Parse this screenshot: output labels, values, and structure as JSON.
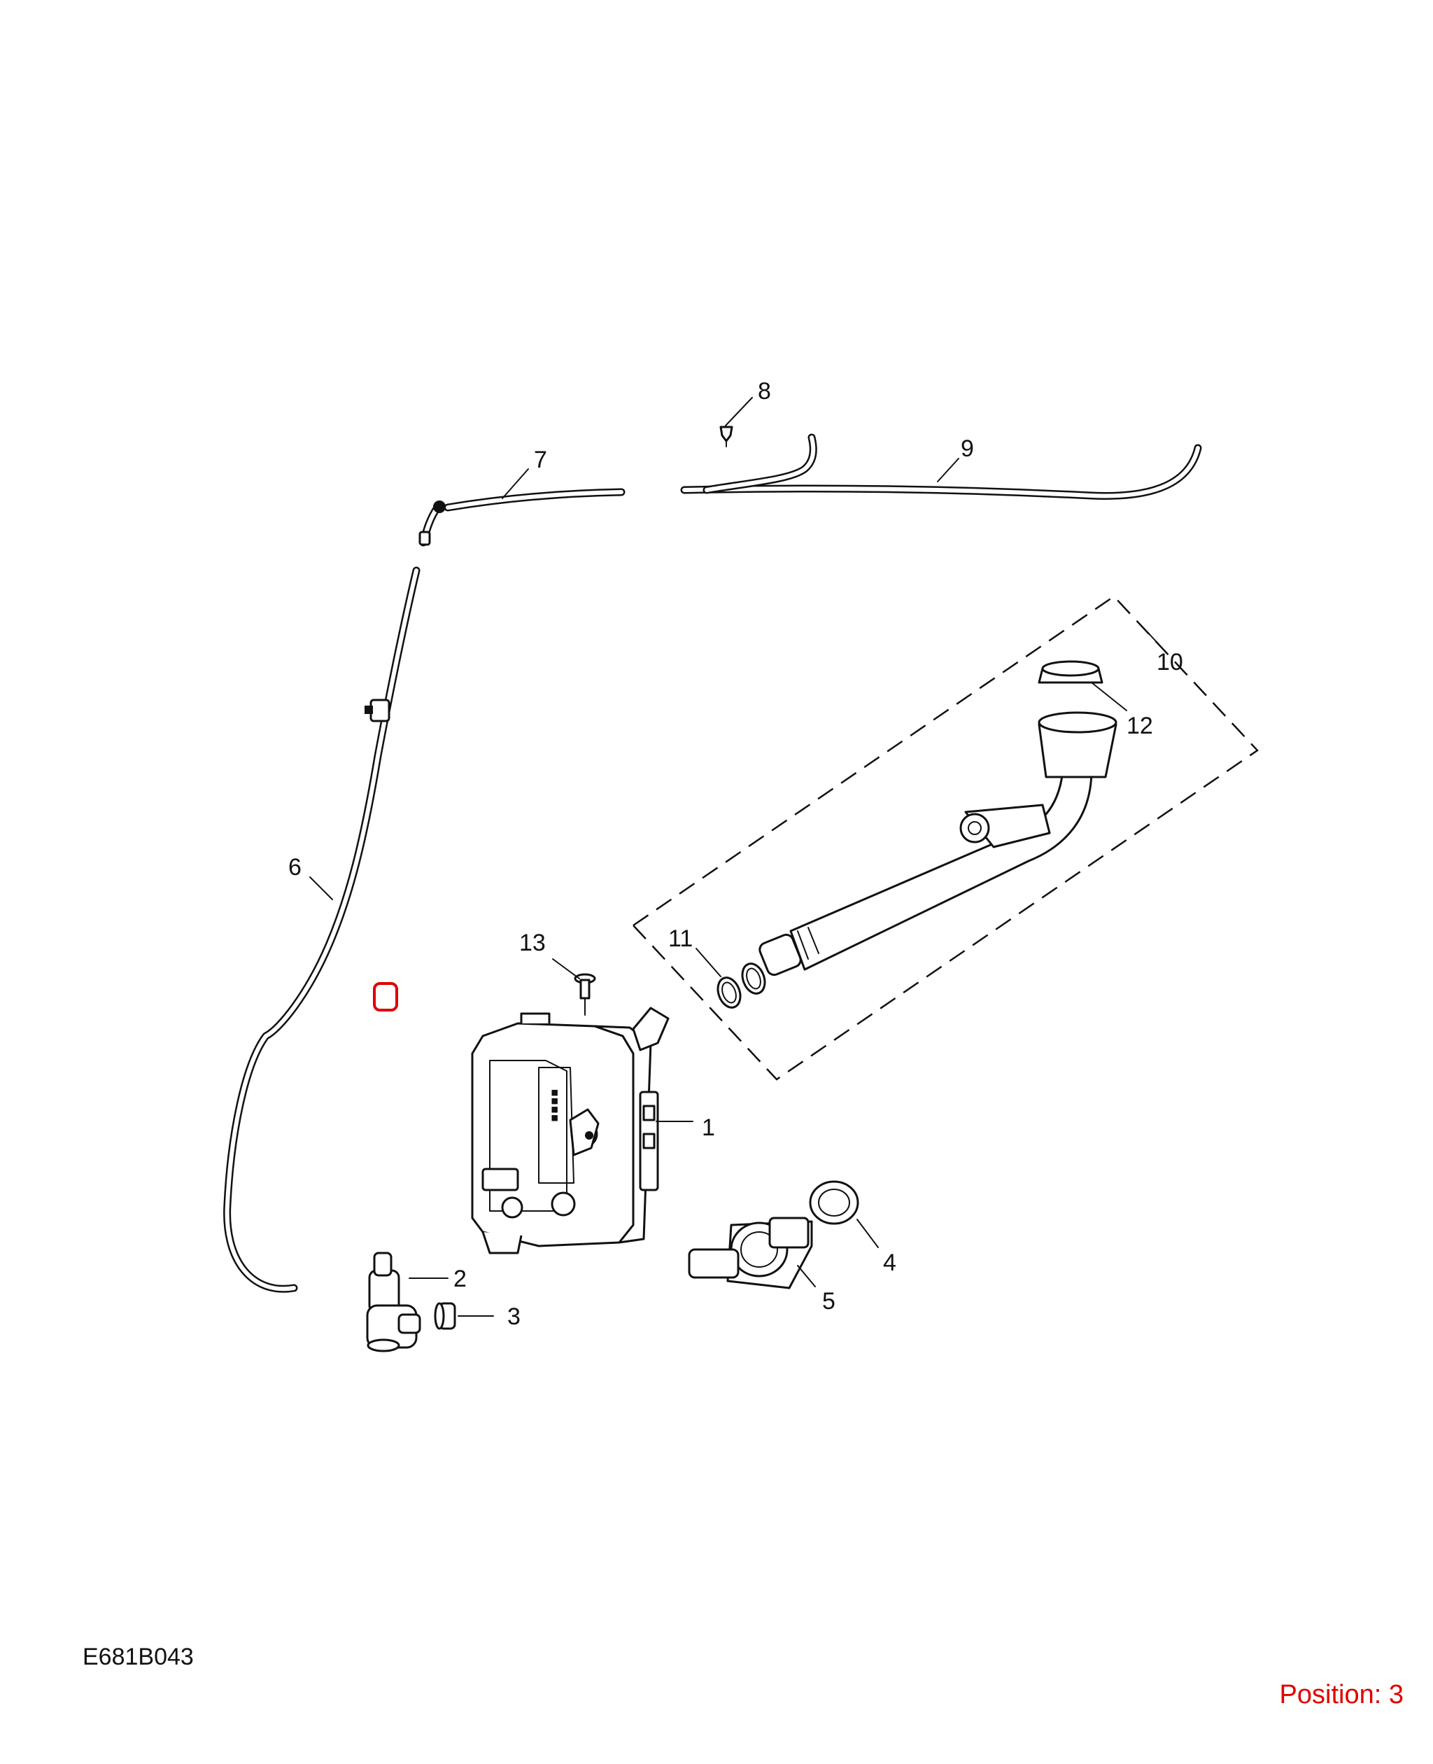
{
  "diagram": {
    "reference_code": "E681B043",
    "position_label": "Position: 3",
    "position_color": "#e00000",
    "marker_color": "#e00000",
    "callouts": [
      "1",
      "2",
      "3",
      "4",
      "5",
      "6",
      "7",
      "8",
      "9",
      "10",
      "11",
      "12",
      "13"
    ]
  }
}
